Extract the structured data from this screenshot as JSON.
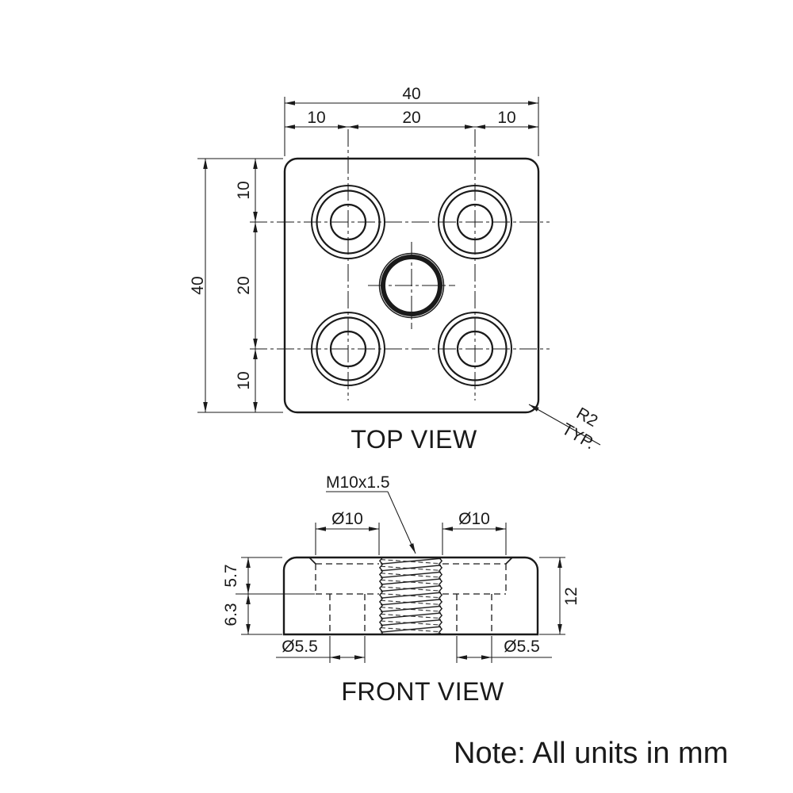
{
  "note": "Note: All units in mm",
  "top_view": {
    "label": "TOP VIEW",
    "width_total": "40",
    "width_segments": [
      "10",
      "20",
      "10"
    ],
    "height_total": "40",
    "height_segments": [
      "10",
      "20",
      "10"
    ],
    "corner_radius": "R2",
    "corner_radius_qualifier": "TYP."
  },
  "front_view": {
    "label": "FRONT VIEW",
    "thread_callout": "M10x1.5",
    "counterbore_dia_left": "Ø10",
    "counterbore_dia_right": "Ø10",
    "counterbore_depth": "5.7",
    "through_hole_depth": "6.3",
    "plate_thickness": "12",
    "through_hole_dia_left": "Ø5.5",
    "through_hole_dia_right": "Ø5.5"
  },
  "colors": {
    "line": "#1a1a1a",
    "background": "#ffffff"
  }
}
